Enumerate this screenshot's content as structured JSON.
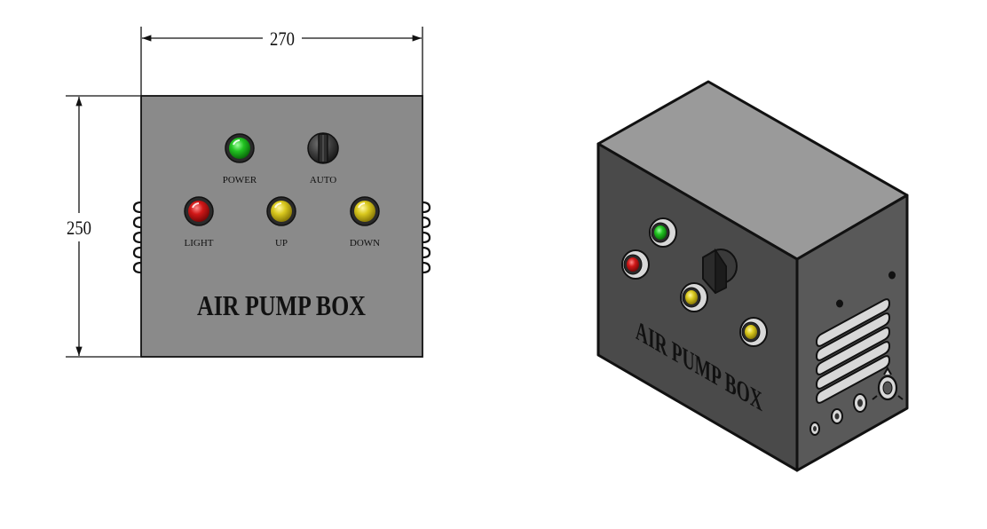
{
  "dimensions": {
    "width": "270",
    "height": "250"
  },
  "front_panel": {
    "title": "AIR PUMP BOX",
    "indicators": [
      {
        "label": "POWER",
        "color": "#22c422"
      },
      {
        "label": "AUTO",
        "color": "#3a3a3a"
      },
      {
        "label": "LIGHT",
        "color": "#d01818"
      },
      {
        "label": "UP",
        "color": "#d9c81e"
      },
      {
        "label": "DOWN",
        "color": "#d9c81e"
      }
    ]
  },
  "iso_view": {
    "title": "AIR PUMP BOX"
  },
  "colors": {
    "panel": "#8a8a8a",
    "box_top": "#9a9a9a",
    "box_front": "#4a4a4a",
    "box_side": "#5a5a5a"
  }
}
